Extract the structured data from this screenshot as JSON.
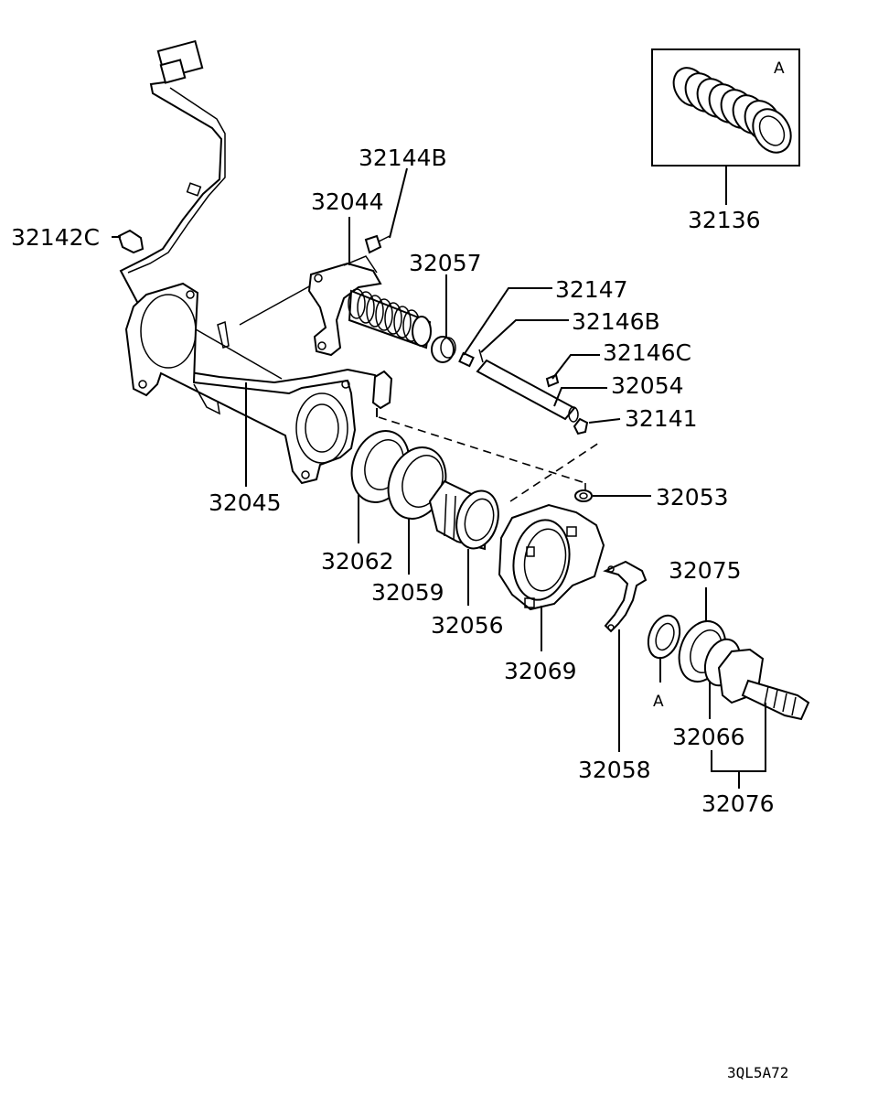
{
  "diagram_code": "3QL5A72",
  "detail": {
    "label": "A",
    "part": "32136"
  },
  "ref_marker": "A",
  "parts": {
    "p32142C": "32142C",
    "p32144B": "32144B",
    "p32044": "32044",
    "p32057": "32057",
    "p32147": "32147",
    "p32146B": "32146B",
    "p32146C": "32146C",
    "p32054": "32054",
    "p32141": "32141",
    "p32053": "32053",
    "p32045": "32045",
    "p32062": "32062",
    "p32059": "32059",
    "p32056": "32056",
    "p32069": "32069",
    "p32075": "32075",
    "p32066": "32066",
    "p32058": "32058",
    "p32076": "32076"
  }
}
